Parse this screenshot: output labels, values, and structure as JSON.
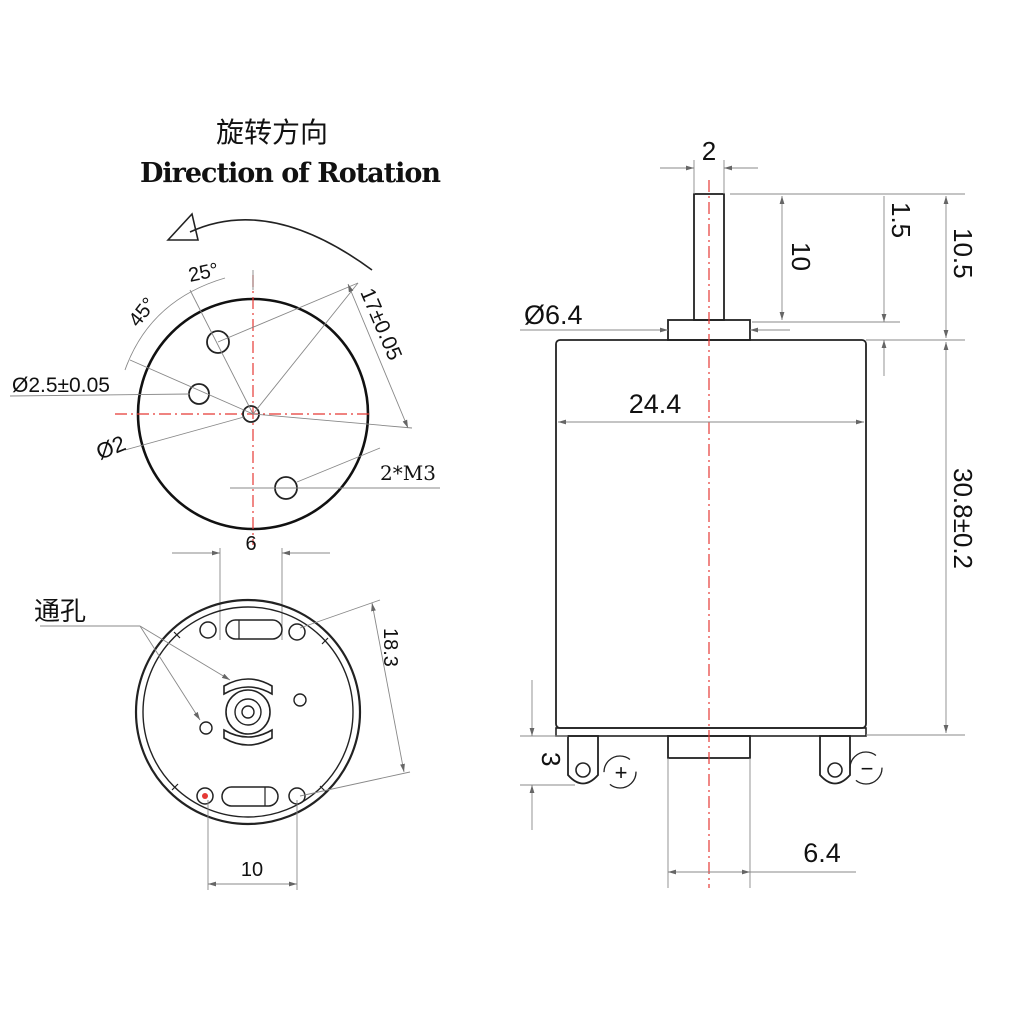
{
  "rotation": {
    "title_cn": "旋转方向",
    "title_en": "Direction of Rotation"
  },
  "front_view": {
    "angle_a": "25°",
    "angle_b": "45°",
    "dia_a": "Ø2.5±0.05",
    "dia_b": "Ø2",
    "pcd": "17±0.05",
    "thread": "2*M3",
    "width": "6"
  },
  "rear_view": {
    "label_cn": "通孔",
    "height": "18.3",
    "width": "10"
  },
  "side_view": {
    "shaft_dia": "2",
    "shaft_len": "10",
    "boss_h": "1.5",
    "total_shaft": "10.5",
    "boss_dia": "Ø6.4",
    "body_dia": "24.4",
    "body_len": "30.8±0.2",
    "terminal_h": "3",
    "pos_mark": "+",
    "neg_mark": "−",
    "bottom_boss": "6.4"
  }
}
